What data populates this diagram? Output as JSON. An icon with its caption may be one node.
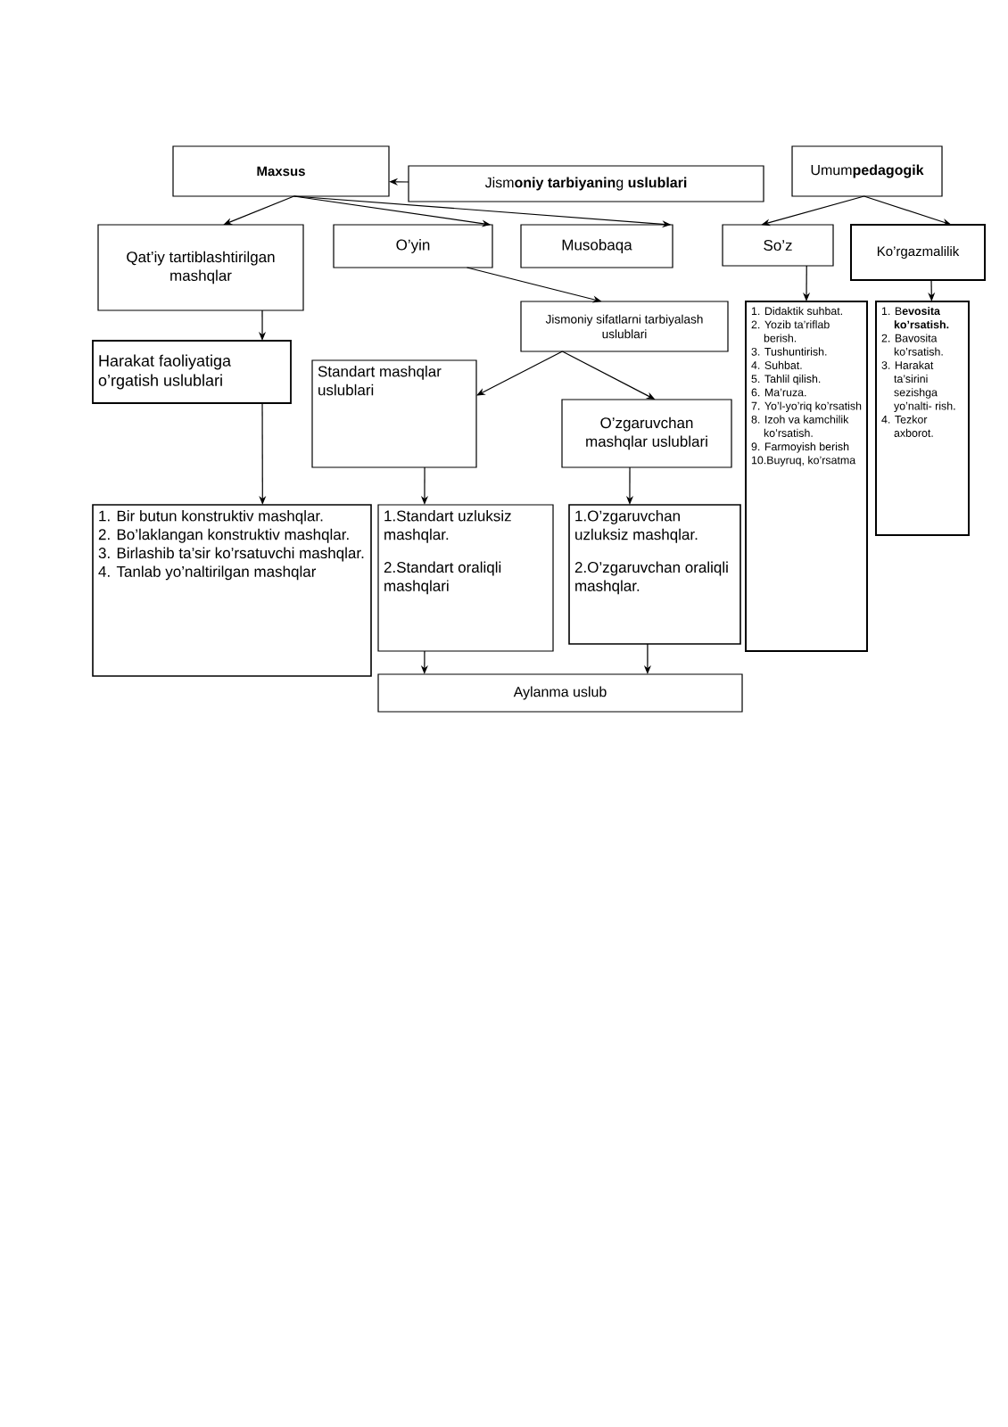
{
  "diagram": {
    "nodes": [
      {
        "text": [
          "Maxsus"
        ]
      },
      {
        "text": [
          "Jism**oniy tarbiyanin**g **uslublari**"
        ]
      },
      {
        "text": [
          "Umum**pedagogik**"
        ]
      },
      {
        "text": [
          "Qat’iy tartiblashtirilgan mashqlar"
        ]
      },
      {
        "text": [
          "O’yin"
        ]
      },
      {
        "text": [
          "Musobaqa"
        ]
      },
      {
        "text": [
          "So’z"
        ]
      },
      {
        "text": [
          "Ko’rgazmalilik"
        ]
      },
      {
        "text": [
          "Jismoniy sifatlarni tarbiyalash uslublari"
        ]
      },
      {
        "text": [
          "Harakat faoliyatiga o’rgatish uslublari"
        ]
      },
      {
        "text": [
          "Standart mashqlar uslublari"
        ]
      },
      {
        "text": [
          "O’zgaruvchan mashqlar uslublari"
        ]
      },
      {
        "text": [
          "1. Didaktik suhbat.",
          "2. Yozib ta’riflab berish.",
          "3. Tushuntirish.",
          "4. Suhbat.",
          "5. Tahlil qilish.",
          "6. Ma’ruza.",
          "7. Yo’l-yo’riq ko’rsatish",
          "8. Izoh va kamchilik ko’rsatish.",
          "9. Farmoyish berish",
          "10.Buyruq, ko’rsatma"
        ]
      },
      {
        "text": [
          "1. B**evosita ko’rsatish.**",
          "2. Bavosita ko’rsatish.",
          "3. Harakat ta’sirini sezishga yo’nalti- rish.",
          "4. Tezkor axborot."
        ]
      },
      {
        "text": [
          "1. Bir butun konstruktiv mashqlar.",
          "2. Bo’laklangan konstruktiv mashqlar.",
          "3. Birlashib ta’sir ko’rsatuvchi mashqlar.",
          "4. Tanlab yo’naltirilgan mashqlar"
        ]
      },
      {
        "text": [
          "1.Standart uzluksiz mashqlar.",
          "2.Standart oraliqli mashqlari"
        ]
      },
      {
        "text": [
          "1.O’zgaruvchan uzluksiz mashqlar.",
          "2.O’zgaruvchan oraliqli mashqlar."
        ]
      },
      {
        "text": [
          "Aylanma uslub"
        ]
      }
    ],
    "edges": [
      {
        "from": 1,
        "to": 0,
        "arrow": "to"
      },
      {
        "from": 0,
        "to": 3,
        "arrow": "to"
      },
      {
        "from": 0,
        "to": 4,
        "arrow": "to"
      },
      {
        "from": 0,
        "to": 5,
        "arrow": "to"
      },
      {
        "from": 2,
        "to": 6,
        "arrow": "to"
      },
      {
        "from": 2,
        "to": 7,
        "arrow": "to"
      },
      {
        "from": 3,
        "to": 9,
        "arrow": "to"
      },
      {
        "from": 4,
        "to": 8,
        "arrow": "to"
      },
      {
        "from": 9,
        "to": 14,
        "arrow": "to"
      },
      {
        "from": 8,
        "to": 10,
        "arrow": "to"
      },
      {
        "from": 8,
        "to": 11,
        "arrow": "to"
      },
      {
        "from": 10,
        "to": 15,
        "arrow": "to"
      },
      {
        "from": 11,
        "to": 16,
        "arrow": "to"
      },
      {
        "from": 15,
        "to": 17,
        "arrow": "to"
      },
      {
        "from": 16,
        "to": 17,
        "arrow": "to"
      },
      {
        "from": 6,
        "to": 12,
        "arrow": "to"
      },
      {
        "from": 7,
        "to": 13,
        "arrow": "to"
      }
    ]
  }
}
